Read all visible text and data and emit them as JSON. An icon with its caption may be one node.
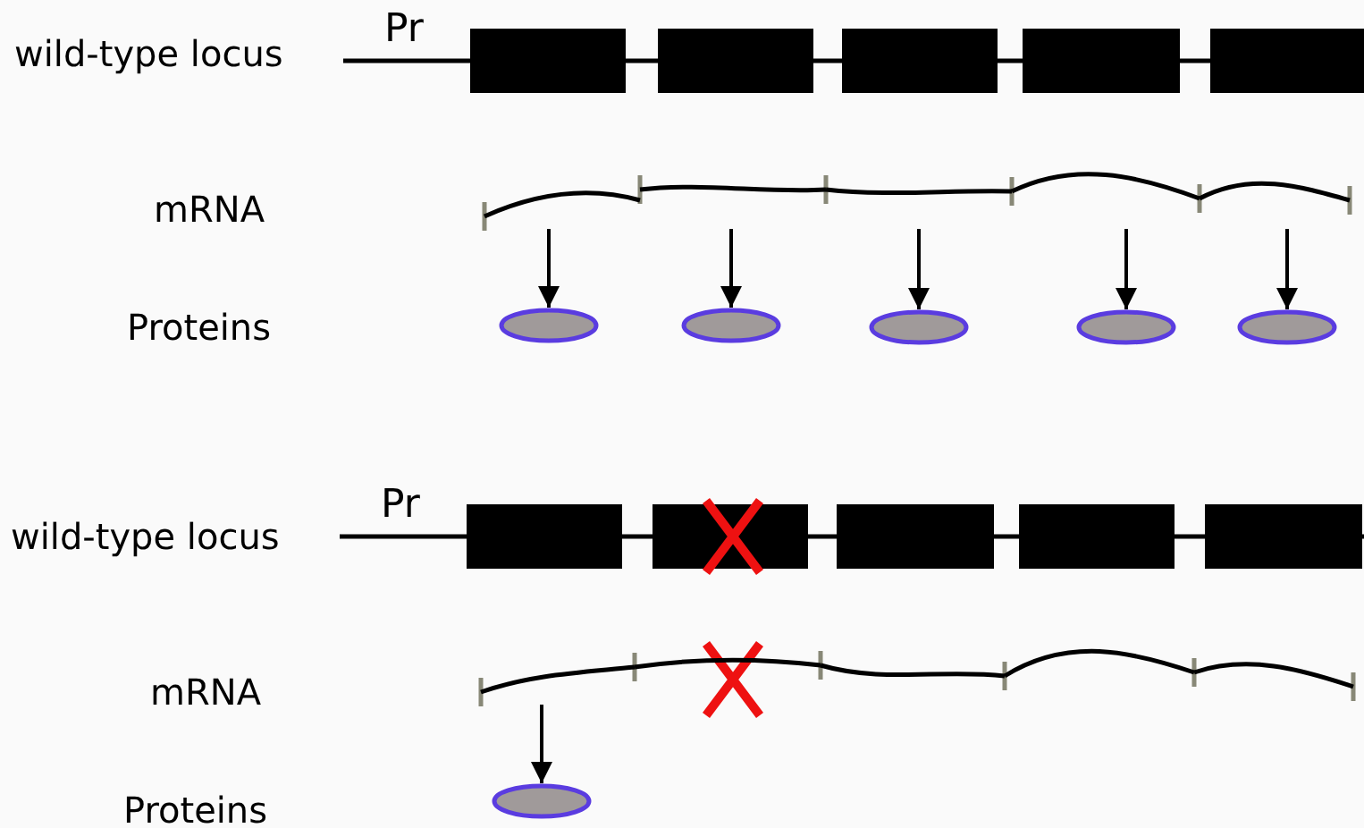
{
  "diagram": {
    "nodes": [
      {
        "text": [],
        "shape": "line"
      },
      {
        "text": [],
        "shape": "line"
      },
      {
        "text": [],
        "shape": "line"
      },
      {
        "text": [],
        "shape": "line"
      },
      {
        "text": [],
        "shape": "line"
      },
      {
        "text": [],
        "shape": "ellipse"
      },
      {
        "text": [],
        "shape": "ellipse"
      },
      {
        "text": [],
        "shape": "ellipse"
      },
      {
        "text": [],
        "shape": "ellipse"
      },
      {
        "text": [],
        "shape": "ellipse"
      },
      {
        "text": [],
        "shape": "line"
      },
      {
        "text": [],
        "shape": "line"
      },
      {
        "text": [],
        "shape": "line"
      },
      {
        "text": [],
        "shape": "line"
      },
      {
        "text": [],
        "shape": "line"
      },
      {
        "text": [],
        "shape": "ellipse"
      }
    ],
    "edges": [
      {
        "from": 0,
        "to": 5,
        "arrow": "to"
      },
      {
        "from": 1,
        "to": 6,
        "arrow": "to"
      },
      {
        "from": 2,
        "to": 7,
        "arrow": "to"
      },
      {
        "from": 3,
        "to": 8,
        "arrow": "to"
      },
      {
        "from": 4,
        "to": 9,
        "arrow": "to"
      },
      {
        "from": 10,
        "to": 15,
        "arrow": "to"
      }
    ],
    "labels": [
      "wild-type locus",
      "Pr",
      "mRNA",
      "Proteins",
      "wild-type locus",
      "Pr",
      "mRNA",
      "Proteins"
    ]
  }
}
